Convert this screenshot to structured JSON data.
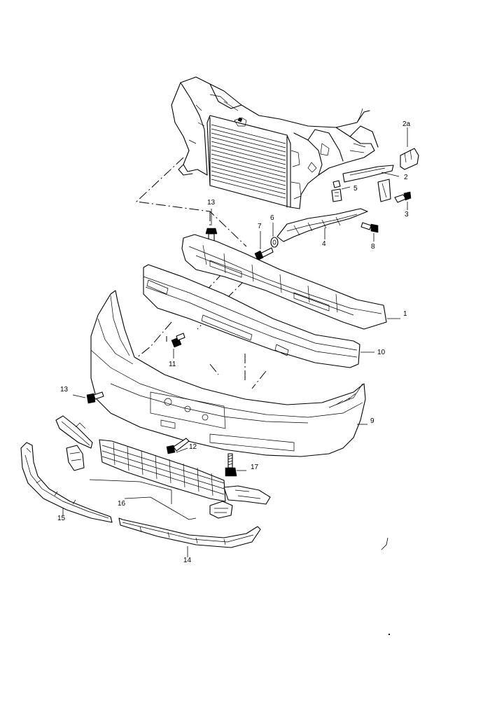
{
  "callouts": {
    "c1": "1",
    "c2": "2",
    "c2a": "2a",
    "c3": "3",
    "c4": "4",
    "c5": "5",
    "c6": "6",
    "c7": "7",
    "c8": "8",
    "c9": "9",
    "c10": "10",
    "c11": "11",
    "c12": "12",
    "c13a": "13",
    "c13b": "13",
    "c14": "14",
    "c15": "15",
    "c16": "16",
    "c17": "17"
  }
}
